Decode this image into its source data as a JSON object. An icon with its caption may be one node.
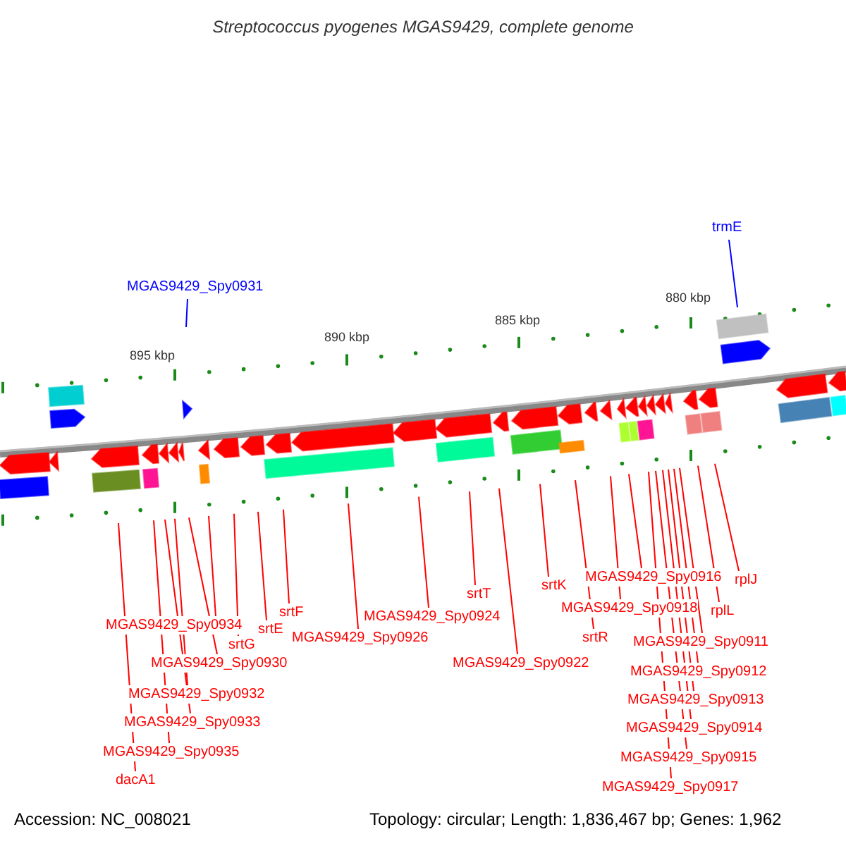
{
  "diagram": {
    "title": "Streptococcus pyogenes MGAS9429, complete genome",
    "nodes": [
      {
        "text": [
          "trmE"
        ]
      },
      {
        "text": [
          "MGAS9429_Spy0931"
        ]
      },
      {
        "text": [
          "MGAS9429_Spy0916"
        ]
      },
      {
        "text": [
          "rplJ"
        ]
      },
      {
        "text": [
          "srtK"
        ]
      },
      {
        "text": [
          "srtT"
        ]
      },
      {
        "text": [
          "MGAS9429_Spy0918"
        ]
      },
      {
        "text": [
          "rplL"
        ]
      },
      {
        "text": [
          "srtF"
        ]
      },
      {
        "text": [
          "MGAS9429_Spy0924"
        ]
      },
      {
        "text": [
          "MGAS9429_Spy0934"
        ]
      },
      {
        "text": [
          "srtE"
        ]
      },
      {
        "text": [
          "srtR"
        ]
      },
      {
        "text": [
          "MGAS9429_Spy0926"
        ]
      },
      {
        "text": [
          "MGAS9429_Spy0911"
        ]
      },
      {
        "text": [
          "srtG"
        ]
      },
      {
        "text": [
          "MGAS9429_Spy0930"
        ]
      },
      {
        "text": [
          "MGAS9429_Spy0922"
        ]
      },
      {
        "text": [
          "MGAS9429_Spy0912"
        ]
      },
      {
        "text": [
          "MGAS9429_Spy0932"
        ]
      },
      {
        "text": [
          "MGAS9429_Spy0913"
        ]
      },
      {
        "text": [
          "MGAS9429_Spy0933"
        ]
      },
      {
        "text": [
          "MGAS9429_Spy0914"
        ]
      },
      {
        "text": [
          "MGAS9429_Spy0935"
        ]
      },
      {
        "text": [
          "MGAS9429_Spy0915"
        ]
      },
      {
        "text": [
          "dacA1"
        ]
      },
      {
        "text": [
          "MGAS9429_Spy0917"
        ]
      }
    ],
    "edges": [
      {
        "from": 0,
        "to": null,
        "arrow": "none",
        "color": "#0000ff"
      },
      {
        "from": 1,
        "to": null,
        "arrow": "none",
        "color": "#0000ff"
      },
      {
        "from": 2,
        "to": null,
        "arrow": "none"
      },
      {
        "from": 3,
        "to": null,
        "arrow": "none"
      },
      {
        "from": 4,
        "to": null,
        "arrow": "none"
      },
      {
        "from": 5,
        "to": null,
        "arrow": "none"
      },
      {
        "from": 6,
        "to": null,
        "arrow": "none"
      },
      {
        "from": 7,
        "to": null,
        "arrow": "none"
      },
      {
        "from": 8,
        "to": null,
        "arrow": "none"
      },
      {
        "from": 9,
        "to": null,
        "arrow": "none"
      },
      {
        "from": 10,
        "to": null,
        "arrow": "none"
      },
      {
        "from": 11,
        "to": null,
        "arrow": "none"
      },
      {
        "from": 12,
        "to": null,
        "arrow": "none"
      },
      {
        "from": 13,
        "to": null,
        "arrow": "none"
      },
      {
        "from": 14,
        "to": null,
        "arrow": "none"
      },
      {
        "from": 15,
        "to": null,
        "arrow": "none"
      },
      {
        "from": 16,
        "to": null,
        "arrow": "none"
      },
      {
        "from": 17,
        "to": null,
        "arrow": "none"
      },
      {
        "from": 18,
        "to": null,
        "arrow": "none"
      },
      {
        "from": 19,
        "to": null,
        "arrow": "none"
      },
      {
        "from": 20,
        "to": null,
        "arrow": "none"
      },
      {
        "from": 21,
        "to": null,
        "arrow": "none"
      },
      {
        "from": 22,
        "to": null,
        "arrow": "none"
      },
      {
        "from": 23,
        "to": null,
        "arrow": "none"
      },
      {
        "from": 24,
        "to": null,
        "arrow": "none"
      },
      {
        "from": 25,
        "to": null,
        "arrow": "none"
      },
      {
        "from": 26,
        "to": null,
        "arrow": "none"
      }
    ],
    "labels": [
      "895 kbp",
      "890 kbp",
      "885 kbp",
      "880 kbp",
      "Accession: NC_008021",
      "Topology: circular; Length: 1,836,467 bp; Genes: 1,962"
    ]
  }
}
